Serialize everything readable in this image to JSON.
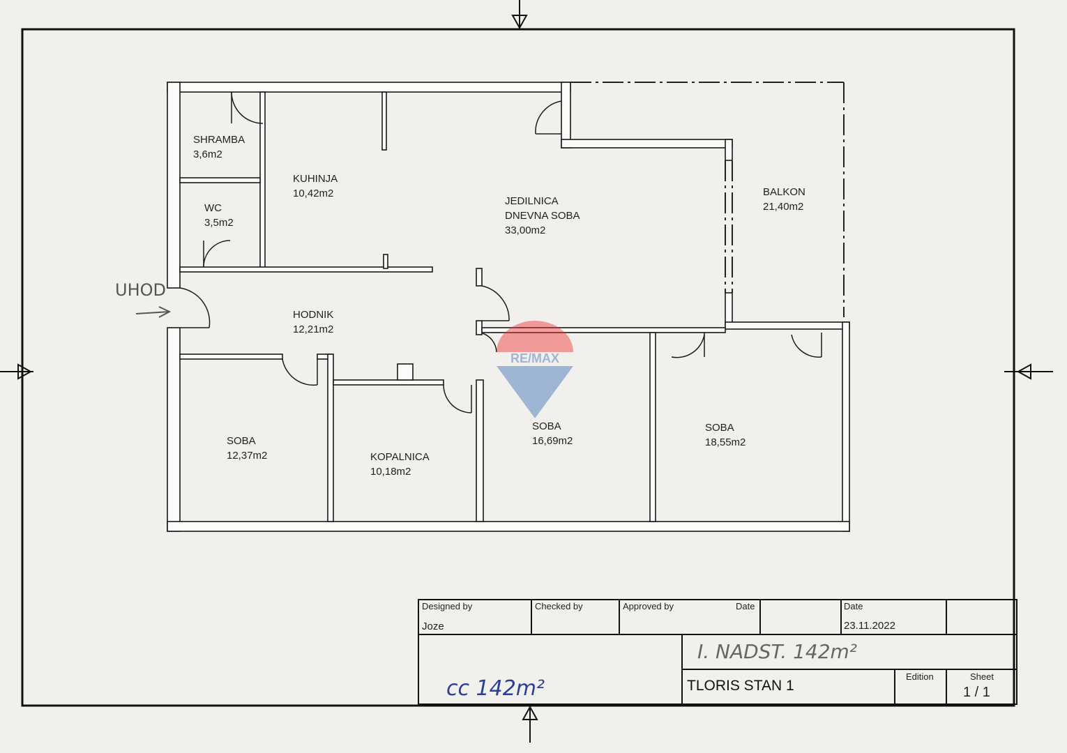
{
  "rooms": [
    {
      "name": "SHRAMBA",
      "area": "3,6m2"
    },
    {
      "name": "WC",
      "area": "3,5m2"
    },
    {
      "name": "KUHINJA",
      "area": "10,42m2"
    },
    {
      "name": "JEDILNICA",
      "name2": "DNEVNA SOBA",
      "area": "33,00m2"
    },
    {
      "name": "BALKON",
      "area": "21,40m2"
    },
    {
      "name": "HODNIK",
      "area": "12,21m2"
    },
    {
      "name": "SOBA",
      "area": "12,37m2"
    },
    {
      "name": "KOPALNICA",
      "area": "10,18m2"
    },
    {
      "name": "SOBA",
      "area": "16,69m2"
    },
    {
      "name": "SOBA",
      "area": "18,55m2"
    }
  ],
  "entrance_note": "UHOD",
  "watermark": "RE/MAX",
  "title_block": {
    "designed_by_label": "Designed by",
    "designed_by": "Joze",
    "checked_by_label": "Checked by",
    "approved_by_label": "Approved by",
    "date_label_1": "Date",
    "date_label_2": "Date",
    "date": "23.11.2022",
    "handwritten_floor": "I. NADST. 142m²",
    "handwritten_total": "cc 142m²",
    "title": "TLORIS STAN 1",
    "edition_label": "Edition",
    "sheet_label": "Sheet",
    "sheet": "1 / 1"
  }
}
